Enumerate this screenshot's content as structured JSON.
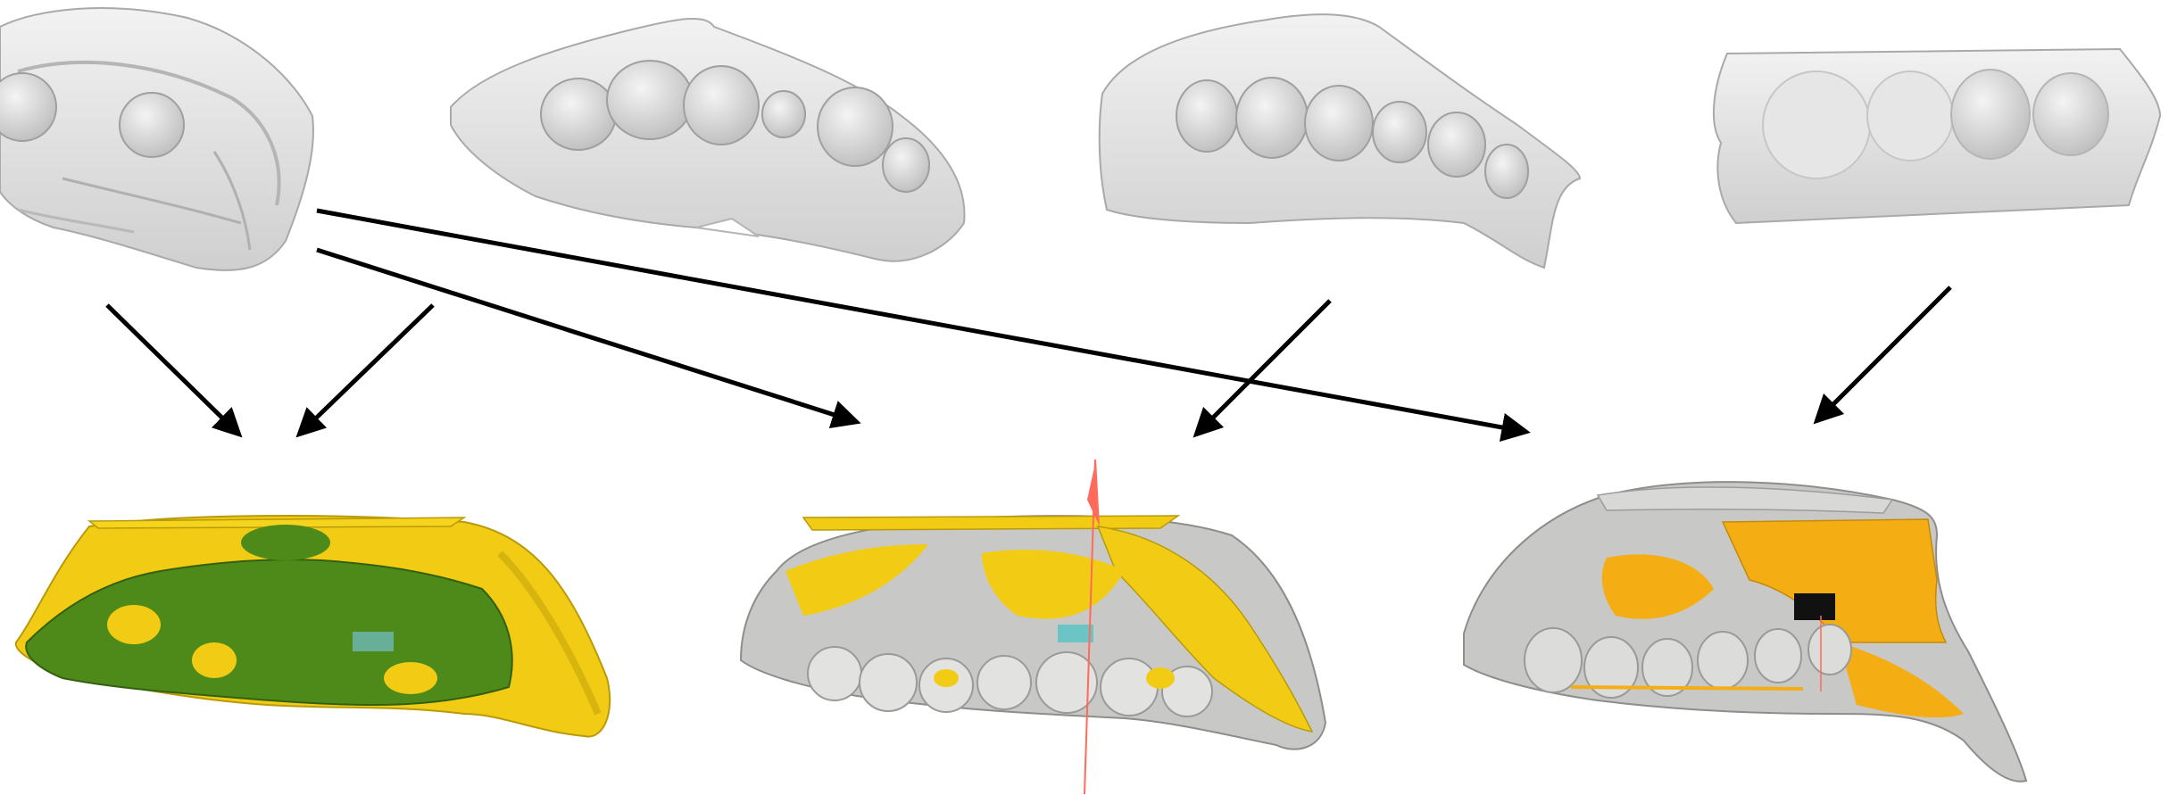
{
  "figure": {
    "text_labels": [],
    "source_scans": [
      {
        "id": "scan-1",
        "view": "occlusal",
        "color": "#d9d9d9"
      },
      {
        "id": "scan-2",
        "view": "occlusal",
        "color": "#d9d9d9"
      },
      {
        "id": "scan-3",
        "view": "occlusal",
        "color": "#d9d9d9"
      },
      {
        "id": "scan-4",
        "view": "occlusal",
        "color": "#dedede"
      }
    ],
    "merged_results": [
      {
        "id": "result-left",
        "colors": [
          "#f2cc14",
          "#4e8a1a"
        ]
      },
      {
        "id": "result-middle",
        "colors": [
          "#f2cc14",
          "#c8c8c6"
        ],
        "accent": "#ff6a5a"
      },
      {
        "id": "result-right",
        "colors": [
          "#c8c8c6",
          "#f4ae14",
          "#111111"
        ]
      }
    ],
    "connections": [
      {
        "from": "scan-1",
        "to": "result-left"
      },
      {
        "from": "scan-2",
        "to": "result-left"
      },
      {
        "from": "scan-1",
        "to": "result-middle"
      },
      {
        "from": "scan-3",
        "to": "result-middle"
      },
      {
        "from": "scan-1",
        "to": "result-right"
      },
      {
        "from": "scan-4",
        "to": "result-right"
      }
    ],
    "arrow_color": "#000000"
  }
}
